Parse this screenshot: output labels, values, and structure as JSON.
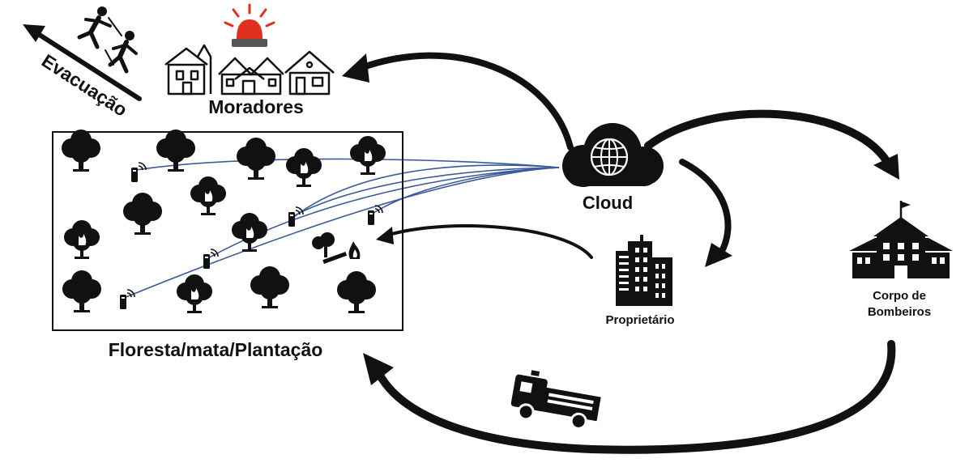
{
  "labels": {
    "evacuation": "Evacuação",
    "residents": "Moradores",
    "forest": "Floresta/mata/Plantação",
    "cloud": "Cloud",
    "owner": "Proprietário",
    "fire_dept_line1": "Corpo de",
    "fire_dept_line2": "Bombeiros"
  },
  "icons": {
    "alarm": "alarm-siren-icon",
    "cloud": "cloud-globe-icon",
    "owner": "office-building-icon",
    "fire_department": "fire-station-icon",
    "truck": "fire-truck-icon",
    "people": "running-people-icon"
  },
  "colors": {
    "ink": "#111111",
    "sensor_link": "#3b5a9a",
    "alarm_light": "#e0301e"
  }
}
